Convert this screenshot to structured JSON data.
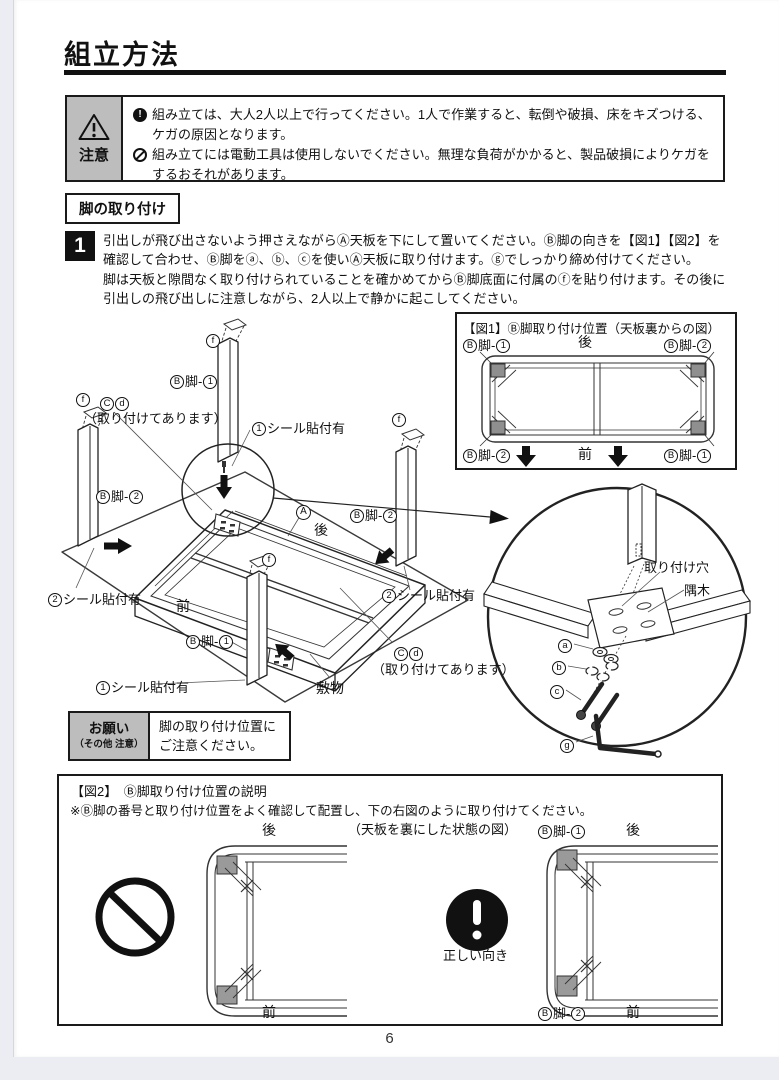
{
  "header": {
    "title": "組立方法"
  },
  "icons": {
    "caution": "warning-triangle-icon",
    "mandatory": "exclamation-circle-icon",
    "prohibition": "no-entry-icon",
    "correct": "exclamation-filled-circle-icon"
  },
  "caution": {
    "label": "注意",
    "items": [
      {
        "icon": "mandatory-icon",
        "text": "組み立ては、大人2人以上で行ってください。1人で作業すると、転倒や破損、床をキズつける、ケガの原因となります。"
      },
      {
        "icon": "prohibition-icon",
        "text": "組み立てには電動工具は使用しないでください。無理な負荷がかかると、製品破損によりケガをするおそれがあります。"
      }
    ]
  },
  "section": {
    "title": "脚の取り付け"
  },
  "step1": {
    "number": "1",
    "lines": [
      "引出しが飛び出さないよう押さえながらⒶ天板を下にして置いてください。Ⓑ脚の向きを【図1】【図2】を",
      "確認して合わせ、Ⓑ脚をⓐ、ⓑ、ⓒを使いⒶ天板に取り付けます。ⓖでしっかり締め付けてください。",
      "脚は天板と隙間なく取り付けられていることを確かめてからⒷ脚底面に付属のⓕを貼り付けます。その後に",
      "引出しの飛び出しに注意しながら、2人以上で静かに起こしてください。"
    ]
  },
  "parts": {
    "A": "A",
    "B": "B",
    "C": "C",
    "d": "d",
    "a": "a",
    "b": "b",
    "c": "c",
    "f": "f",
    "g": "g",
    "n1": "1",
    "n2": "2"
  },
  "labels": {
    "leg_mid": "脚-",
    "seal_text": "シール貼付有",
    "back": "後",
    "front": "前",
    "mat": "敷物",
    "attached": "（取り付けてあります）",
    "hole": "取り付け穴",
    "corner_block": "隅木",
    "correct": "正しい向き",
    "center_caption": "（天板を裏にした状態の図）"
  },
  "fig1": {
    "title": "【図1】Ⓑ脚取り付け位置（天板裏からの図）"
  },
  "request": {
    "label": "お願い",
    "sublabel": "（その他 注意）",
    "line1": "脚の取り付け位置に",
    "line2": "ご注意ください。"
  },
  "fig2": {
    "title": "【図2】　Ⓑ脚取り付け位置の説明",
    "note": "※Ⓑ脚の番号と取り付け位置をよく確認して配置し、下の右図のように取り付けてください。"
  },
  "page": {
    "number": "6"
  },
  "colors": {
    "outer_bg": "#ecedf3",
    "page_bg": "#ffffff",
    "cell_gray": "#bdbdbd",
    "pad_gray": "#9a9a9a",
    "ink": "#111111"
  }
}
